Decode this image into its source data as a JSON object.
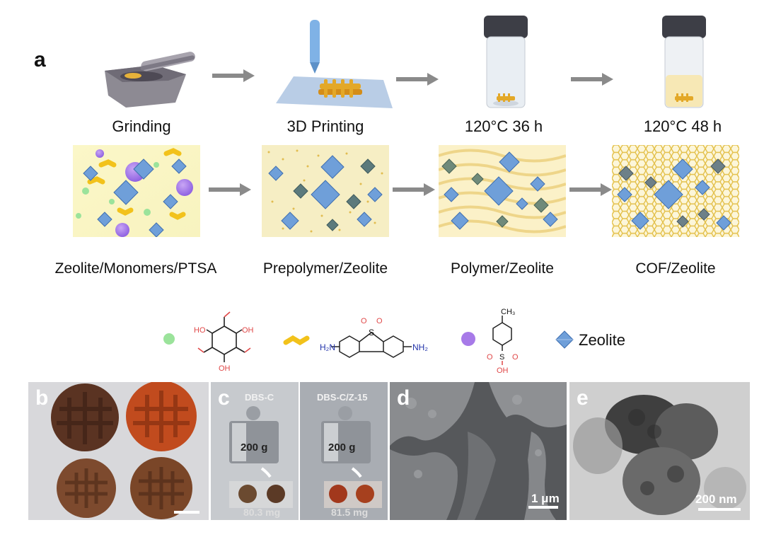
{
  "panel_a": {
    "letter": "a",
    "steps": [
      "Grinding",
      "3D Printing",
      "120°C 36 h",
      "120°C 48 h"
    ],
    "stages": [
      "Zeolite/Monomers/PTSA",
      "Prepolymer/Zeolite",
      "Polymer/Zeolite",
      "COF/Zeolite"
    ]
  },
  "legend": {
    "zeolite_label": "Zeolite",
    "monomer1_atoms": [
      "HO",
      "OH",
      "OH"
    ],
    "monomer2_atoms": [
      "H₂N",
      "NH₂",
      "S",
      "O",
      "O"
    ],
    "ptsa_atoms": [
      "CH₃",
      "S",
      "O",
      "O",
      "OH"
    ],
    "colors": {
      "green": "#9be39b",
      "yellow": "#f2c21b",
      "purple": "#a77ae8",
      "blue": "#6f9fd9"
    }
  },
  "panel_b": {
    "letter": "b"
  },
  "panel_c": {
    "letter": "c",
    "left_label": "DBS-C",
    "right_label": "DBS-C/Z-15",
    "weight": "200 g",
    "left_mass": "80.3 mg",
    "right_mass": "81.5 mg"
  },
  "panel_d": {
    "letter": "d",
    "scale": "1 μm"
  },
  "panel_e": {
    "letter": "e",
    "scale": "200 nm"
  }
}
